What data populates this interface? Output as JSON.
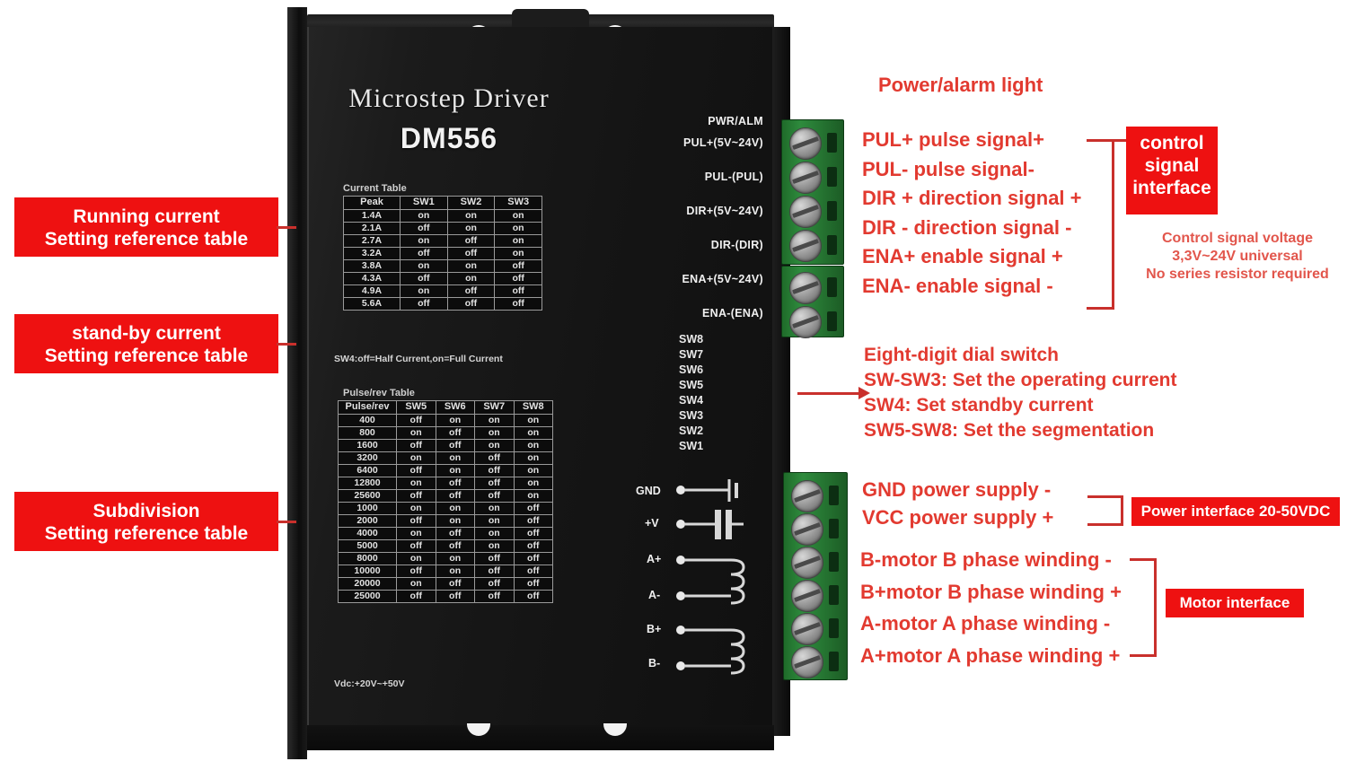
{
  "device": {
    "brand_title": "Microstep  Driver",
    "model": "DM556",
    "current_table": {
      "caption": "Current Table",
      "headers": [
        "Peak",
        "SW1",
        "SW2",
        "SW3"
      ],
      "rows": [
        [
          "1.4A",
          "on",
          "on",
          "on"
        ],
        [
          "2.1A",
          "off",
          "on",
          "on"
        ],
        [
          "2.7A",
          "on",
          "off",
          "on"
        ],
        [
          "3.2A",
          "off",
          "off",
          "on"
        ],
        [
          "3.8A",
          "on",
          "on",
          "off"
        ],
        [
          "4.3A",
          "off",
          "on",
          "off"
        ],
        [
          "4.9A",
          "on",
          "off",
          "off"
        ],
        [
          "5.6A",
          "off",
          "off",
          "off"
        ]
      ],
      "note": "SW4:off=Half Current,on=Full Current"
    },
    "pulse_table": {
      "caption": "Pulse/rev Table",
      "headers": [
        "Pulse/rev",
        "SW5",
        "SW6",
        "SW7",
        "SW8"
      ],
      "rows": [
        [
          "400",
          "off",
          "on",
          "on",
          "on"
        ],
        [
          "800",
          "on",
          "off",
          "on",
          "on"
        ],
        [
          "1600",
          "off",
          "off",
          "on",
          "on"
        ],
        [
          "3200",
          "on",
          "on",
          "off",
          "on"
        ],
        [
          "6400",
          "off",
          "on",
          "off",
          "on"
        ],
        [
          "12800",
          "on",
          "off",
          "off",
          "on"
        ],
        [
          "25600",
          "off",
          "off",
          "off",
          "on"
        ],
        [
          "1000",
          "on",
          "on",
          "on",
          "off"
        ],
        [
          "2000",
          "off",
          "on",
          "on",
          "off"
        ],
        [
          "4000",
          "on",
          "off",
          "on",
          "off"
        ],
        [
          "5000",
          "off",
          "off",
          "on",
          "off"
        ],
        [
          "8000",
          "on",
          "on",
          "off",
          "off"
        ],
        [
          "10000",
          "off",
          "on",
          "off",
          "off"
        ],
        [
          "20000",
          "on",
          "off",
          "off",
          "off"
        ],
        [
          "25000",
          "off",
          "off",
          "off",
          "off"
        ]
      ],
      "note": "Vdc:+20V~+50V"
    },
    "signal_terminals": [
      "PWR/ALM",
      "PUL+(5V~24V)",
      "PUL-(PUL)",
      "DIR+(5V~24V)",
      "DIR-(DIR)",
      "ENA+(5V~24V)",
      "ENA-(ENA)"
    ],
    "dip_switches": [
      "SW8",
      "SW7",
      "SW6",
      "SW5",
      "SW4",
      "SW3",
      "SW2",
      "SW1"
    ],
    "power_terminals": [
      "GND",
      "+V",
      "A+",
      "A-",
      "B+",
      "B-"
    ]
  },
  "annotations": {
    "left_boxes": [
      {
        "line1": "Running current",
        "line2": "Setting reference table"
      },
      {
        "line1": "stand-by current",
        "line2": "Setting reference table"
      },
      {
        "line1": "Subdivision",
        "line2": "Setting reference table"
      }
    ],
    "power_alarm_label": "Power/alarm light",
    "control_signals": [
      "PUL+ pulse signal+",
      "PUL- pulse signal-",
      "DIR + direction signal +",
      "DIR - direction signal -",
      "ENA+ enable signal +",
      "ENA- enable signal -"
    ],
    "control_box": "control\nsignal\ninterface",
    "control_box_lines": [
      "control",
      "signal",
      "interface"
    ],
    "control_voltage_note": [
      "Control signal voltage",
      "3,3V~24V universal",
      "No series resistor required"
    ],
    "dip_note": [
      "Eight-digit dial switch",
      "SW-SW3: Set the operating current",
      "SW4: Set standby current",
      "SW5-SW8: Set the segmentation"
    ],
    "power_lines": [
      "GND power supply -",
      "VCC power supply +"
    ],
    "power_box": "Power interface 20-50VDC",
    "motor_lines": [
      "B-motor B phase winding -",
      "B+motor B phase winding +",
      "A-motor A phase winding -",
      "A+motor A phase winding +"
    ],
    "motor_box": "Motor interface"
  },
  "colors": {
    "annotation_red": "#e23a30",
    "box_red": "#ee1111",
    "connector_green": "#2e8b3d",
    "body_black": "#151515"
  }
}
